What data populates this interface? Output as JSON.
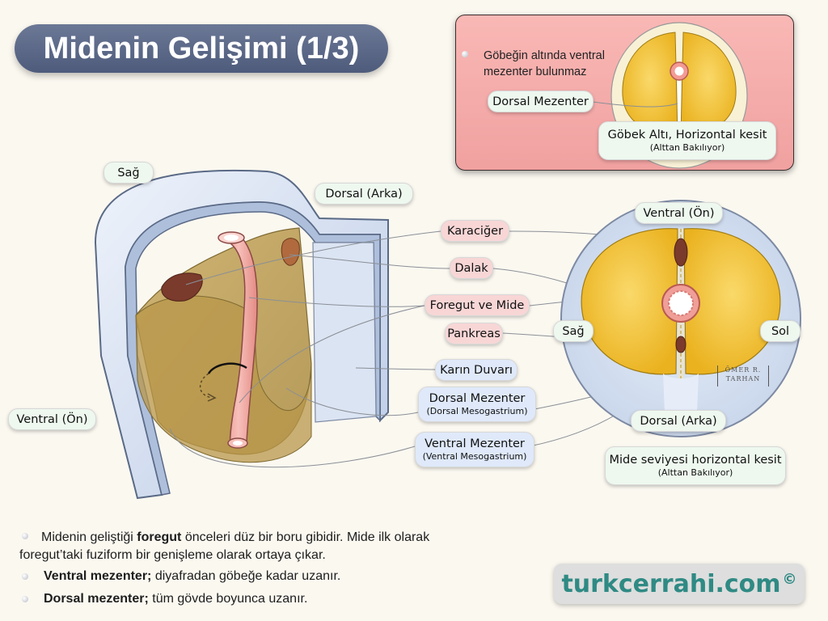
{
  "title": "Midenin Gelişimi (1/3)",
  "panel": {
    "note": "Göbeğin altında ventral mezenter bulunmaz",
    "dorsal_mezenter": "Dorsal Mezenter",
    "caption_main": "Göbek Altı, Horizontal kesit",
    "caption_sub": "(Alttan Bakılıyor)"
  },
  "left_diagram": {
    "sag": "Sağ",
    "dorsal": "Dorsal (Arka)",
    "ventral": "Ventral (Ön)"
  },
  "center_labels": {
    "karaciger": "Karaciğer",
    "dalak": "Dalak",
    "foregut": "Foregut ve Mide",
    "pankreas": "Pankreas",
    "karin_duvari": "Karın Duvarı",
    "dorsal_mezenter": "Dorsal Mezenter",
    "dorsal_mezenter_sub": "(Dorsal Mesogastrium)",
    "ventral_mezenter": "Ventral Mezenter",
    "ventral_mezenter_sub": "(Ventral Mesogastrium)"
  },
  "right_diagram": {
    "ventral": "Ventral (Ön)",
    "sag": "Sağ",
    "sol": "Sol",
    "dorsal": "Dorsal (Arka)",
    "signature_line1": "ÖMER R.",
    "signature_line2": "TARHAN",
    "caption_main": "Mide seviyesi horizontal kesit",
    "caption_sub": "(Alttan Bakılıyor)"
  },
  "bottom": {
    "p1_a": "Midenin geliştiği ",
    "p1_bold": "foregut",
    "p1_b": " önceleri düz bir boru gibidir. Mide ilk olarak foregut’taki fuziform bir genişleme olarak ortaya çıkar.",
    "p2_bold": "Ventral mezenter;",
    "p2_rest": " diyafradan göbeğe kadar uzanır.",
    "p3_bold": "Dorsal mezenter;",
    "p3_rest": " tüm gövde boyunca uzanır."
  },
  "brand": {
    "text": "turkcerrahi.com",
    "mark": "©"
  },
  "colors": {
    "title_bg": "#55627f",
    "panel_bg": "#f4a9a8",
    "mesentery": "#c9a95a",
    "organ_yellow": "#f5c43a",
    "gut_pink": "#f1a6a0",
    "wall_blue": "#c9d8ef",
    "brand_teal": "#2f8a84"
  }
}
